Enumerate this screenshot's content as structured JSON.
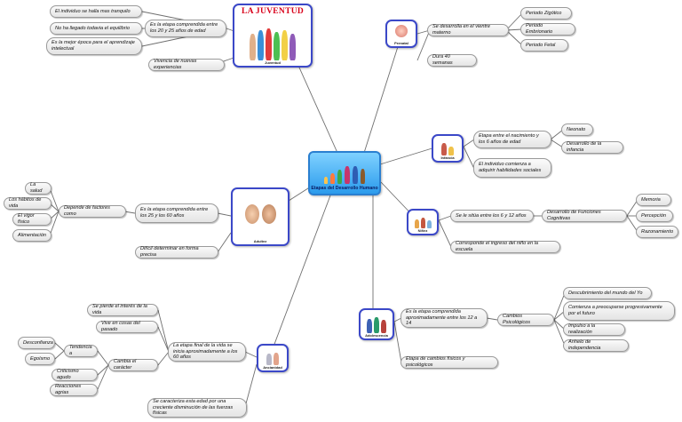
{
  "center": {
    "label": "Etapas del Desarrollo Humano"
  },
  "juventud": {
    "card_title": "LA JUVENTUD",
    "caption": "Juventud",
    "b1": "Es la etapa comprendida entre los 20 y 25 años de edad",
    "b1_children": [
      "El individuo se halla mas tranquilo",
      "No ha llegado todavia el equilibrio",
      "Es la mejor época para el aprendizaje intelectual"
    ],
    "b2": "Vivencia de nuevas experiencias"
  },
  "adultez": {
    "caption": "Adultez",
    "b1": "Es la etapa comprendida entre los 25 y los 60 años",
    "depende": "Depende de factores como",
    "factores": [
      "La salud",
      "Los hábitos de vida",
      "El vigor físico",
      "Alimentación"
    ],
    "b2": "Difícil determinar en forma precisa"
  },
  "ancianidad": {
    "caption": "Ancianidad",
    "b1": "La etapa final de la vida se inicia aproximadamente a los 60 años",
    "b1_children": [
      "Se pierde el interés de la vida",
      "Vive en cosas del pasado"
    ],
    "cambia": "Cambia el carácter",
    "tendencia": "Tendencia a",
    "tendencia_items": [
      "Desconfianza",
      "Egoísmo"
    ],
    "cambia_items": [
      "Criticismo agudo",
      "Reacciones agrias"
    ],
    "b2": "Se caracteriza esta edad por una creciente disminución de las fuerzas físicas"
  },
  "prenatal": {
    "caption": "Prenatal",
    "b1": "Se desarrolla en el vientre materno",
    "periodos": [
      "Periodo Zigótico",
      "Periodo Embrionario",
      "Periodo Fetal"
    ],
    "b2": "Dura 40 semanas"
  },
  "infancia": {
    "caption": "Infancia",
    "b1": "Etapa entre el nacimiento y los 6 años de edad",
    "b1_children": [
      "Neonato",
      "Desarrollo de la infancia"
    ],
    "b2": "El individuo comienza a adquirir habilidades sociales"
  },
  "ninez": {
    "caption": "Niñez",
    "b1": "Se le sitúa entre los 6  y  12 años",
    "cognitivas": "Desarrollo de Funciones Cognitivas",
    "funciones": [
      "Memoria",
      "Percepción",
      "Razonamiento"
    ],
    "b2": "Corresponde el ingreso del niño en la escuela"
  },
  "adolescencia": {
    "caption": "Adolescencia",
    "b1": "Es la etapa comprendida aproximadamente entre los 12 a 14",
    "cambios": "Cambios Psicológicos",
    "cambios_items": [
      "Descubrimiento del mundo del Yo",
      "Comienza a preocuparse progresivamente por el futuro",
      "Impulso  a la realización",
      "Anhelo de independencia"
    ],
    "b2": "Etapa de cambios físicos y psicológicos"
  },
  "colors": {
    "card_border": "#3b48c8",
    "center_fill": "#2b9bec",
    "title_red": "#d8001a",
    "connector": "#6f6f6f"
  }
}
